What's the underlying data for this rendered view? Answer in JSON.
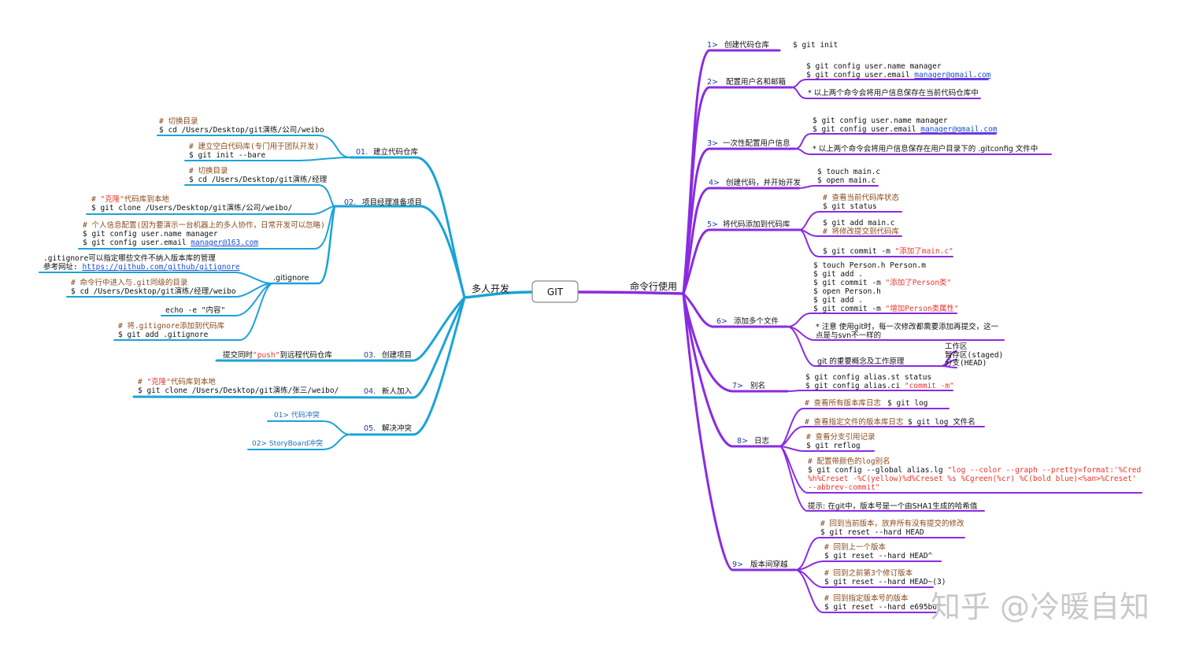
{
  "root": {
    "label": "GIT"
  },
  "left_branch": {
    "label": "多人开发",
    "groups": [
      {
        "num": "01.",
        "label": "建立代码仓库",
        "items": [
          {
            "comment": "# 切换目录",
            "cmd": "$ cd /Users/Desktop/git演练/公司/weibo"
          },
          {
            "comment": "# 建立空白代码库(专门用于团队开发)",
            "cmd": "$ git init --bare"
          }
        ]
      },
      {
        "num": "02.",
        "label": "项目经理准备项目",
        "items": [
          {
            "comment": "# 切换目录",
            "cmd": "$ cd /Users/Desktop/git演练/经理"
          },
          {
            "comment_prefix": "# ",
            "comment_red": "\"克隆\"",
            "comment_rest": "代码库到本地",
            "cmd": "$ git clone /Users/Desktop/git演练/公司/weibo/"
          },
          {
            "comment": "# 个人信息配置(因为要演示一台机器上的多人协作，日常开发可以忽略)",
            "cmd1": "$ git config user.name manager",
            "cmd2_prefix": "$ git config user.email ",
            "cmd2_link": "manager@163.com"
          }
        ],
        "sub": {
          "label": ".gitignore",
          "items": [
            {
              "line1": ".gitignore可以指定哪些文件不纳入版本库的管理",
              "line2_prefix": "参考网址: ",
              "line2_link": "https://github.com/github/gitignore"
            },
            {
              "comment": "# 命令行中进入与.git同级的目录",
              "cmd": "$ cd /Users/Desktop/git演练/经理/weibo"
            },
            {
              "cmd": "echo -e \"内容\""
            },
            {
              "comment": "# 将.gitignore添加到代码库",
              "cmd": "$ git add .gitignore"
            }
          ]
        }
      },
      {
        "num": "03.",
        "label": "创建项目",
        "items": [
          {
            "prefix": "提交同时",
            "red": "\"push\"",
            "rest": "到远程代码仓库"
          }
        ]
      },
      {
        "num": "04.",
        "label": "新人加入",
        "items": [
          {
            "comment_prefix": "# ",
            "comment_red": "\"克隆\"",
            "comment_rest": "代码库到本地",
            "cmd": "$ git clone /Users/Desktop/git演练/张三/weibo/"
          }
        ]
      },
      {
        "num": "05.",
        "label": "解决冲突",
        "items": [
          {
            "text": "01> 代码冲突"
          },
          {
            "text": "02> StoryBoard冲突"
          }
        ]
      }
    ]
  },
  "right_branch": {
    "label": "命令行使用",
    "nodes": [
      {
        "num": "1>",
        "label": "创建代码仓库",
        "lines": [
          "$ git init"
        ]
      },
      {
        "num": "2>",
        "label": "配置用户名和邮箱",
        "cmd1": "$ git config user.name manager",
        "cmd2_prefix": "$ git config user.email ",
        "cmd2_link": "manager@gmail.com",
        "note": "* 以上两个命令会将用户信息保存在当前代码仓库中"
      },
      {
        "num": "3>",
        "label": "一次性配置用户信息",
        "cmd1": "$ git config user.name manager",
        "cmd2_prefix": "$ git config user.email ",
        "cmd2_link": "manager@gmail.com",
        "note": "* 以上两个命令会将用户信息保存在用户目录下的 .gitconfig 文件中"
      },
      {
        "num": "4>",
        "label": "创建代码，并开始开发",
        "lines": [
          "$ touch main.c",
          "$ open main.c"
        ]
      },
      {
        "num": "5>",
        "label": "将代码添加到代码库",
        "status_comment": "# 查看当前代码库状态",
        "status_cmd": "$ git status",
        "add_cmd": "$ git add main.c",
        "add_comment": "# 将修改提交到代码库",
        "commit_prefix": "$ git commit -m ",
        "commit_msg": "\"添加了main.c\""
      },
      {
        "num": "6>",
        "label": "添加多个文件",
        "l1": "$ touch Person.h Person.m",
        "l2": "$ git add .",
        "l3_prefix": "$ git commit -m ",
        "l3_msg": "\"添加了Person类\"",
        "l4": "$ open Person.h",
        "l5": "$ git add .",
        "l6_prefix": "$ git commit -m ",
        "l6_msg": "\"增加Person类属性\"",
        "note1": "* 注意 使用git时，每一次修改都需要添加再提交，这一",
        "note2": "点是与svn不一样的",
        "concept": "git 的重要概念及工作原理",
        "areas": [
          "工作区",
          "暂存区(staged)",
          "分支(HEAD)"
        ]
      },
      {
        "num": "7>",
        "label": "别名",
        "l1": "$ git config alias.st status",
        "l2_prefix": "$ git config alias.ci ",
        "l2_msg": "\"commit -m\""
      },
      {
        "num": "8>",
        "label": "日志",
        "log1_comment": "# 查看所有版本库日志",
        "log1_cmd": "$ git log",
        "log2_comment": "# 查看指定文件的版本库日志",
        "log2_cmd": "$ git log 文件名",
        "reflog_comment": "# 查看分支引用记录",
        "reflog_cmd": "$ git reflog",
        "alias_comment": "# 配置带颜色的log别名",
        "alias_prefix": "$ git config --global alias.lg ",
        "alias_red1": "\"log --color --graph --pretty=format:'%Cred",
        "alias_red2": "%h%Creset -%C(yellow)%d%Creset %s %Cgreen(%cr) %C(bold blue)<%an>%Creset'",
        "alias_red3": "--abbrev-commit\"",
        "tip": "提示: 在git中，版本号是一个由SHA1生成的哈希值"
      },
      {
        "num": "9>",
        "label": "版本间穿越",
        "items": [
          {
            "comment": "# 回到当前版本，放弃所有没有提交的修改",
            "cmd": "$ git reset --hard HEAD"
          },
          {
            "comment": "# 回到上一个版本",
            "cmd": "$ git reset --hard HEAD^"
          },
          {
            "comment": "# 回到之前第3个修订版本",
            "cmd": "$ git reset --hard HEAD~(3)"
          },
          {
            "comment": "# 回到指定版本号的版本",
            "cmd": "$ git reset --hard e695b67"
          }
        ]
      }
    ]
  },
  "watermark": "知乎 @冷暖自知",
  "colors": {
    "left_branch": "#1aa3d8",
    "right_branch": "#8a2be2",
    "red_text": "#e8362d",
    "link": "#1a4cd6",
    "comment": "#8a4a1a"
  }
}
